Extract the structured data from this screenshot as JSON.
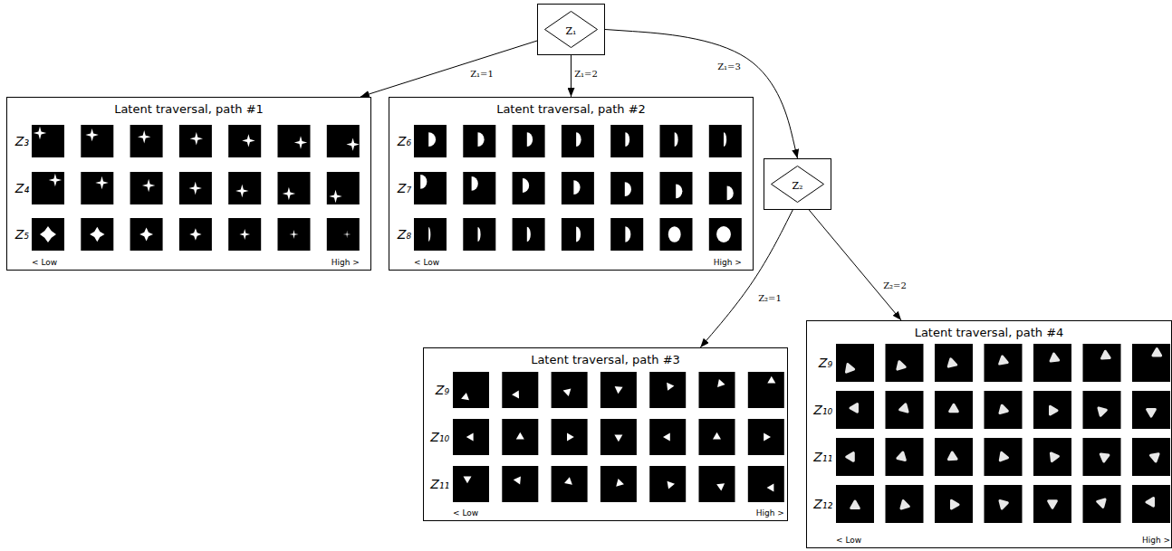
{
  "diagram": {
    "nodes": [
      {
        "text": [
          "Z₁"
        ]
      },
      {
        "text": [
          "Latent traversal, path #1",
          "Z₃",
          "Z₄",
          "Z₅",
          "< Low",
          "High >"
        ]
      },
      {
        "text": [
          "Latent traversal, path #2",
          "Z₆",
          "Z₇",
          "Z₈",
          "< Low",
          "High >"
        ]
      },
      {
        "text": [
          "Z₂"
        ]
      },
      {
        "text": [
          "Latent traversal, path #3",
          "Z₉",
          "Z₁₀",
          "Z₁₁",
          "< Low",
          "High >"
        ]
      },
      {
        "text": [
          "Latent traversal, path #4",
          "Z₉",
          "Z₁₀",
          "Z₁₁",
          "Z₁₂",
          "< Low",
          "High >"
        ]
      }
    ],
    "edges": [
      {
        "from": 0,
        "to": 1,
        "arrow": "to",
        "label": "Z₁=1"
      },
      {
        "from": 0,
        "to": 2,
        "arrow": "to",
        "label": "Z₁=2"
      },
      {
        "from": 0,
        "to": 3,
        "arrow": "to",
        "label": "Z₁=3"
      },
      {
        "from": 3,
        "to": 4,
        "arrow": "to",
        "label": "Z₂=1"
      },
      {
        "from": 3,
        "to": 5,
        "arrow": "to",
        "label": "Z₂=2"
      }
    ]
  }
}
